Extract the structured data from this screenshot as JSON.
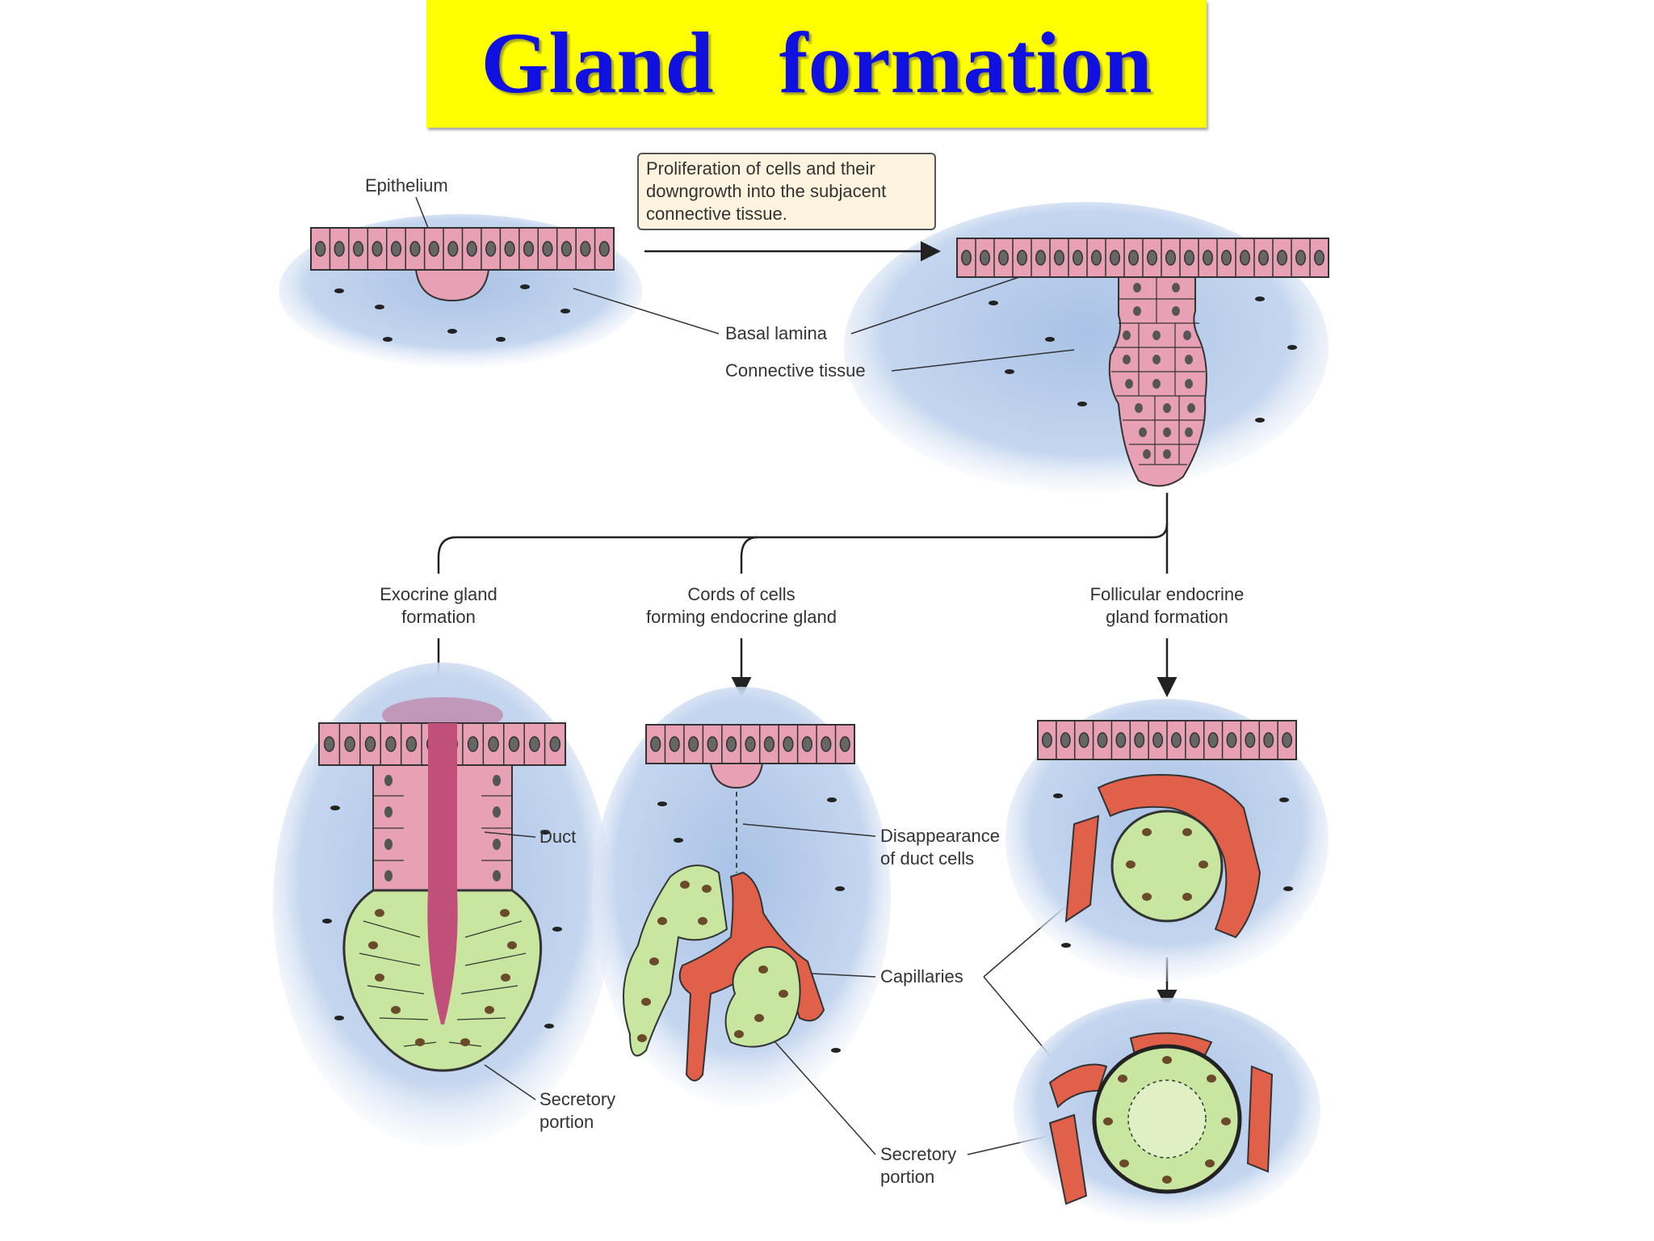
{
  "title": "Gland   formation",
  "labels": {
    "epithelium": "Epithelium",
    "proliferation": [
      "Proliferation of cells and their",
      "downgrowth into the subjacent",
      "connective tissue."
    ],
    "basal_lamina": "Basal lamina",
    "connective_tissue": "Connective tissue",
    "exocrine": [
      "Exocrine gland",
      "formation"
    ],
    "cords": [
      "Cords of cells",
      "forming endocrine gland"
    ],
    "follicular": [
      "Follicular endocrine",
      "gland formation"
    ],
    "duct": "Duct",
    "disappearance": [
      "Disappearance",
      "of duct cells"
    ],
    "capillaries": "Capillaries",
    "secretory_left": [
      "Secretory",
      "portion"
    ],
    "secretory_mid": [
      "Secretory",
      "portion"
    ]
  },
  "colors": {
    "title_bg": "#ffff00",
    "title_text": "#1010e0",
    "epithelium": "#e8a0b4",
    "connective": "#b8cce8",
    "secretory": "#c8e6a0",
    "capillary": "#e0604a",
    "duct_lumen": "#c0507a"
  }
}
